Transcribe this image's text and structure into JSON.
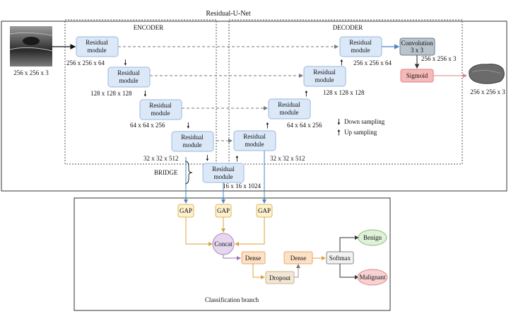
{
  "title": "Residual-U-Net",
  "encoder_label": "ENCODER",
  "decoder_label": "DECODER",
  "input_dims": "256 x 256 x 3",
  "output_dims": "256 x 256 x 3",
  "residual_module_label": [
    "Residual",
    "module"
  ],
  "encoder_dims": [
    "256 x 256 x 64",
    "128 x 128 x 128",
    "64 x 64 x 256",
    "32 x 32 x 512"
  ],
  "decoder_dims": [
    "256 x 256 x 64",
    "128 x 128 x 128",
    "64 x 64 x 256",
    "32 x 32 x 512"
  ],
  "bridge_label": "BRIDGE",
  "bridge_dims": "16 x 16 x 1024",
  "convolution_label": [
    "Convolution",
    "3 x 3"
  ],
  "conv_dims": "256 x 256 x 3",
  "sigmoid_label": "Sigmoid",
  "legend": {
    "down": "Down sampling",
    "up": "Up sampling"
  },
  "classification": {
    "gap_label": "GAP",
    "concat_label": "Concat",
    "dense_label": "Dense",
    "dropout_label": "Dropout",
    "softmax_label": "Softmax",
    "benign_label": "Benign",
    "malignant_label": "Malignant",
    "branch_title": "Classification branch"
  },
  "colors": {
    "module_fill": "#dbe8f8",
    "module_stroke": "#9bb8de",
    "gap_fill": "#fdf1cf",
    "gap_stroke": "#e1b95a",
    "concat_fill": "#e6d7ee",
    "dense_fill": "#fde1c6",
    "dropout_fill": "#f1e7d4",
    "softmax_fill": "#f2f2f2",
    "benign_fill": "#dff1d8",
    "malignant_fill": "#f8d2d2",
    "sigmoid_fill": "#f6b9b9",
    "conv_fill": "#b9c4cc",
    "down_arrow": "#a01d1d",
    "up_arrow": "#3a9a3a",
    "skip_line": "#777777"
  }
}
